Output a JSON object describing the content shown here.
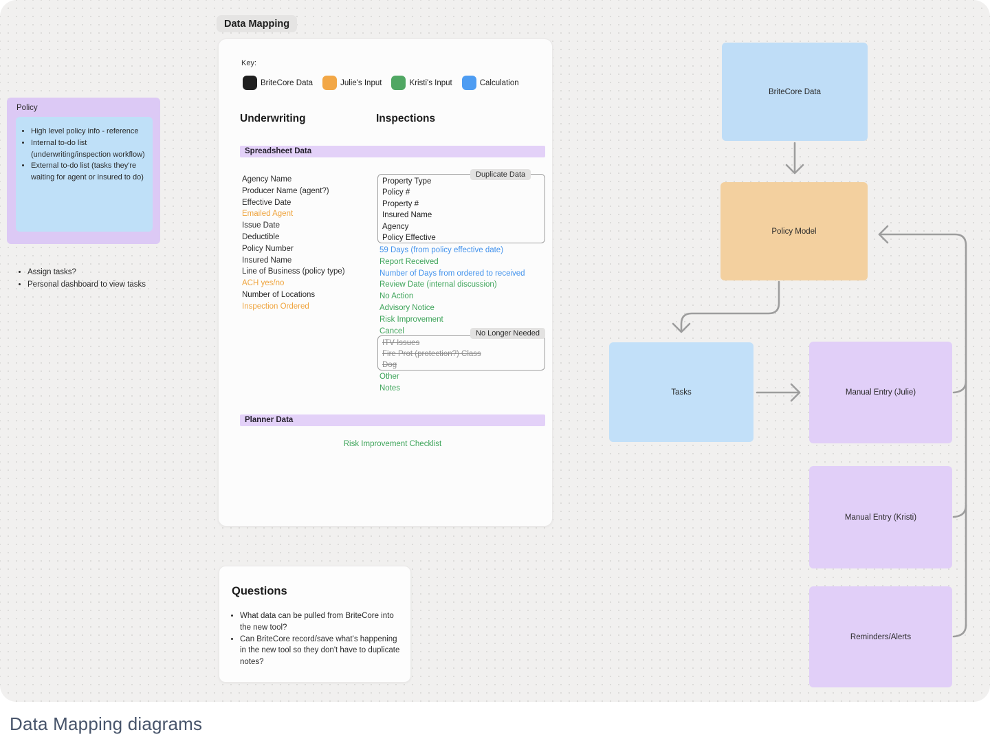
{
  "title_tab": "Data Mapping",
  "caption": "Data Mapping diagrams",
  "policy_sticky": {
    "title": "Policy",
    "bullets": [
      "High level policy info - reference",
      "Internal to-do list (underwriting/inspection workflow)",
      "External to-do list (tasks they're waiting for agent or insured to do)"
    ]
  },
  "loose_notes": [
    "Assign tasks?",
    "Personal dashboard to view tasks"
  ],
  "main_card": {
    "key_label": "Key:",
    "legend": [
      {
        "label": "BriteCore Data",
        "color": "#1F1F1F"
      },
      {
        "label": "Julie's Input",
        "color": "#F2A746"
      },
      {
        "label": "Kristi's Input",
        "color": "#50A763"
      },
      {
        "label": "Calculation",
        "color": "#4D9CF2"
      }
    ],
    "left_heading": "Underwriting",
    "right_heading": "Inspections",
    "spreadsheet_header": "Spreadsheet Data",
    "underwriting_items": [
      {
        "label": "Agency Name",
        "type": "britecore"
      },
      {
        "label": "Producer Name (agent?)",
        "type": "britecore"
      },
      {
        "label": "Effective Date",
        "type": "britecore"
      },
      {
        "label": "Emailed Agent",
        "type": "julie"
      },
      {
        "label": "Issue Date",
        "type": "britecore"
      },
      {
        "label": "Deductible",
        "type": "britecore"
      },
      {
        "label": "Policy Number",
        "type": "britecore"
      },
      {
        "label": "Insured Name",
        "type": "britecore"
      },
      {
        "label": "Line of Business (policy type)",
        "type": "britecore"
      },
      {
        "label": "ACH yes/no",
        "type": "julie"
      },
      {
        "label": "Number of Locations",
        "type": "britecore"
      },
      {
        "label": "Inspection Ordered",
        "type": "julie"
      }
    ],
    "duplicate_group": {
      "tag": "Duplicate Data",
      "items": [
        "Property Type",
        "Policy #",
        "Property #",
        "Insured Name",
        "Agency",
        "Policy Effective"
      ]
    },
    "inspection_items": [
      {
        "label": "59 Days (from policy effective date)",
        "type": "calculation"
      },
      {
        "label": "Report Received",
        "type": "kristi"
      },
      {
        "label": "Number of Days from ordered to received",
        "type": "calculation"
      },
      {
        "label": "Review Date (internal discussion)",
        "type": "kristi"
      },
      {
        "label": "No Action",
        "type": "kristi"
      },
      {
        "label": "Advisory Notice",
        "type": "kristi"
      },
      {
        "label": "Risk Improvement",
        "type": "kristi"
      },
      {
        "label": "Cancel",
        "type": "kristi"
      }
    ],
    "no_longer_group": {
      "tag": "No Longer Needed",
      "items": [
        "ITV Issues",
        "Fire Prot (protection?) Class",
        "Dog"
      ]
    },
    "tail_items": [
      {
        "label": "Other",
        "type": "kristi"
      },
      {
        "label": "Notes",
        "type": "kristi"
      }
    ],
    "planner_header": "Planner Data",
    "planner_items": [
      {
        "label": "Risk Improvement Checklist",
        "type": "kristi"
      }
    ]
  },
  "questions_card": {
    "title": "Questions",
    "bullets": [
      "What data can be pulled from BriteCore into the new tool?",
      "Can BriteCore record/save what's happening in the new tool so they don't have to duplicate notes?"
    ]
  },
  "flowchart": {
    "nodes": [
      {
        "label": "BriteCore Data",
        "color": "#BFDDF7"
      },
      {
        "label": "Policy Model",
        "color": "#F3D09F"
      },
      {
        "label": "Tasks",
        "color": "#C2E0F9"
      },
      {
        "label": "Manual Entry (Julie)",
        "color": "#E1CFF8"
      },
      {
        "label": "Manual Entry (Kristi)",
        "color": "#E1CFF8"
      },
      {
        "label": "Reminders/Alerts",
        "color": "#E1CFF8"
      }
    ]
  },
  "colors": {
    "canvas_background": "#F1F0EF",
    "section_header_bg": "#E3D1F8",
    "sticky_purple": "#DCC9F5",
    "sticky_inner_blue": "#BFE0F8",
    "julie_text": "#EFA43E",
    "kristi_text": "#3EA45A",
    "calculation_text": "#4292EC",
    "removed_text": "#8E8E8E",
    "connector_gray": "#9D9D9D"
  }
}
